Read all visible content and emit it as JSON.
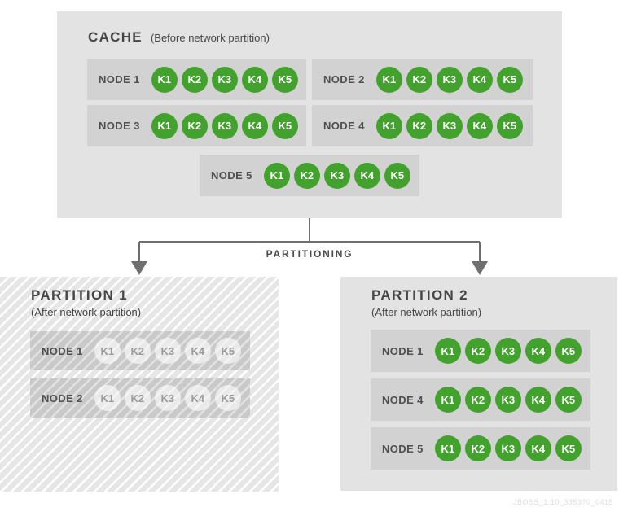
{
  "cache": {
    "title": "CACHE",
    "subtitle": "(Before network partition)",
    "nodes": [
      {
        "label": "NODE 1",
        "keys": [
          "K1",
          "K2",
          "K3",
          "K4",
          "K5"
        ]
      },
      {
        "label": "NODE 2",
        "keys": [
          "K1",
          "K2",
          "K3",
          "K4",
          "K5"
        ]
      },
      {
        "label": "NODE 3",
        "keys": [
          "K1",
          "K2",
          "K3",
          "K4",
          "K5"
        ]
      },
      {
        "label": "NODE 4",
        "keys": [
          "K1",
          "K2",
          "K3",
          "K4",
          "K5"
        ]
      },
      {
        "label": "NODE 5",
        "keys": [
          "K1",
          "K2",
          "K3",
          "K4",
          "K5"
        ]
      }
    ]
  },
  "partitioning_label": "PARTITIONING",
  "partition1": {
    "title": "PARTITION 1",
    "subtitle": "(After network partition)",
    "nodes": [
      {
        "label": "NODE 1",
        "keys": [
          "K1",
          "K2",
          "K3",
          "K4",
          "K5"
        ]
      },
      {
        "label": "NODE 2",
        "keys": [
          "K1",
          "K2",
          "K3",
          "K4",
          "K5"
        ]
      }
    ]
  },
  "partition2": {
    "title": "PARTITION 2",
    "subtitle": "(After network partition)",
    "nodes": [
      {
        "label": "NODE 1",
        "keys": [
          "K1",
          "K2",
          "K3",
          "K4",
          "K5"
        ]
      },
      {
        "label": "NODE 4",
        "keys": [
          "K1",
          "K2",
          "K3",
          "K4",
          "K5"
        ]
      },
      {
        "label": "NODE 5",
        "keys": [
          "K1",
          "K2",
          "K3",
          "K4",
          "K5"
        ]
      }
    ]
  },
  "watermark": "JBOSS_1.10_335370_0415",
  "colors": {
    "key_green": "#42a22d",
    "box_gray": "#e3e3e3",
    "row_gray": "#d2d2d2",
    "arrow_gray": "#6f6f6f",
    "faded_key_text": "#9a9a9a"
  }
}
